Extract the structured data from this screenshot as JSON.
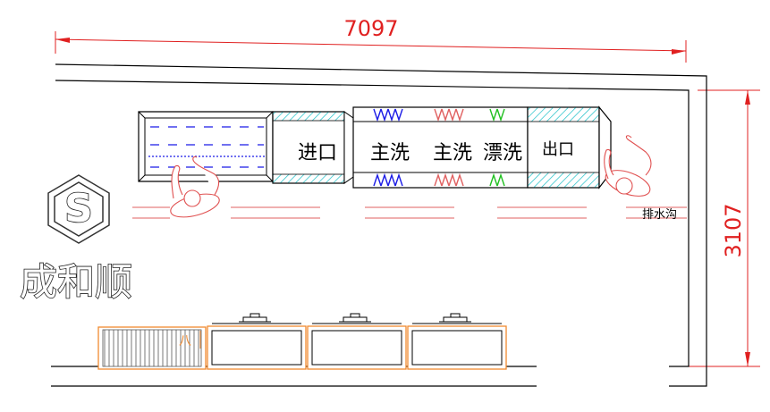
{
  "dimensions": {
    "width_label": "7097",
    "height_label": "3107"
  },
  "machine": {
    "sections": [
      "进口",
      "主洗",
      "主洗",
      "漂洗",
      "出口"
    ]
  },
  "labels": {
    "drain": "排水沟"
  },
  "logo": {
    "glyph": "S",
    "company_name": "成和顺"
  },
  "colors": {
    "dimension": "#e02020",
    "outline": "#000000",
    "cyan_hatch": "#20c0c8",
    "blue_nozzle": "#1a1ae6",
    "red_nozzle": "#e06060",
    "green_nozzle": "#20c020",
    "furniture": "#f08a30",
    "operator": "#e05050"
  }
}
